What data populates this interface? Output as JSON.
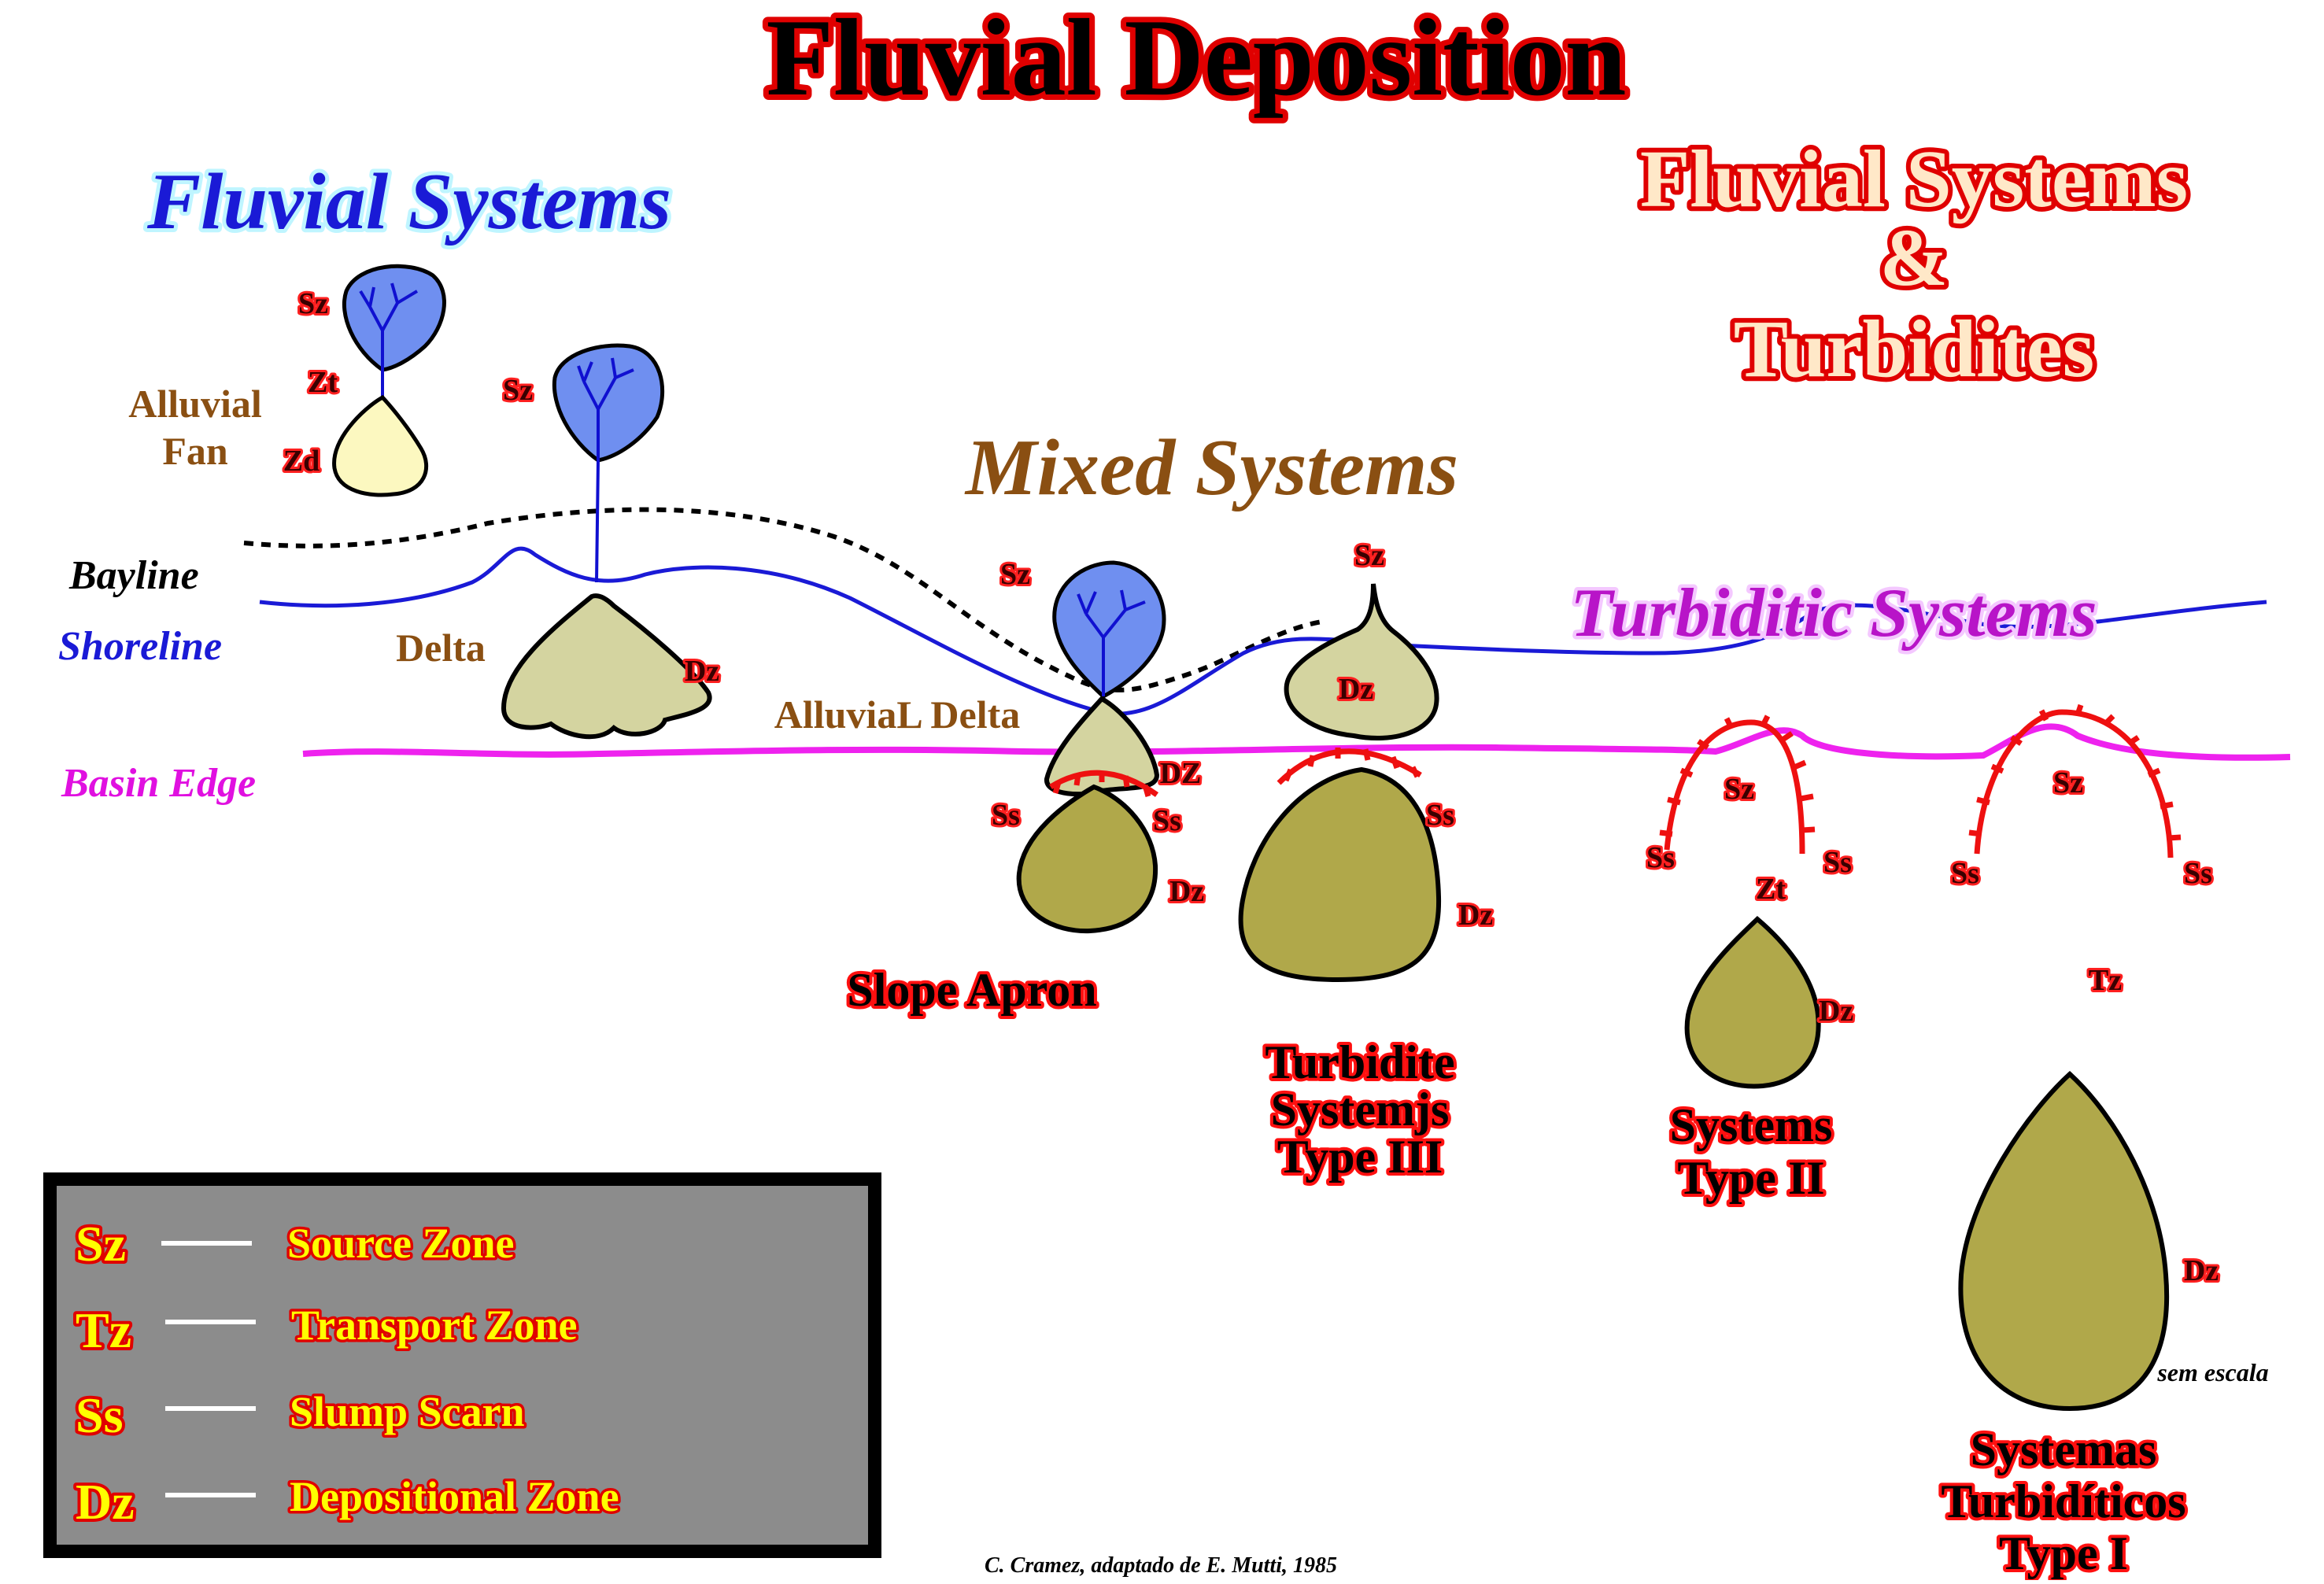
{
  "title": "Fluvial Deposition",
  "headings": {
    "fluvial_systems": "Fluvial Systems",
    "mixed_systems": "Mixed Systems",
    "fluvial_turbidites_1": "Fluvial Systems",
    "fluvial_turbidites_2": "&",
    "fluvial_turbidites_3": "Turbidites",
    "turbiditic_systems": "Turbiditic Systems"
  },
  "lines": {
    "bayline": "Bayline",
    "shoreline": "Shoreline",
    "basin_edge": "Basin Edge"
  },
  "features": {
    "alluvial_fan_1": "Alluvial",
    "alluvial_fan_2": "Fan",
    "delta": "Delta",
    "alluvial_delta": "AlluviaL Delta"
  },
  "zones": {
    "fan_sz": "Sz",
    "fan_zt": "Zt",
    "fan_zd": "Zd",
    "delta_sz": "Sz",
    "delta_dz": "Dz",
    "apron_sz": "Sz",
    "apron_dz_upper": "DZ",
    "apron_ss_left": "Ss",
    "apron_ss_right": "Ss",
    "apron_dz": "Dz",
    "t3_sz": "Sz",
    "t3_dz_upper": "Dz",
    "t3_ss": "Ss",
    "t3_dz": "Dz",
    "t2_sz": "Sz",
    "t2_ss_left": "Ss",
    "t2_ss_right": "Ss",
    "t2_zt": "Zt",
    "t2_dz": "Dz",
    "t1_sz": "Sz",
    "t1_ss_left": "Ss",
    "t1_ss_right": "Ss",
    "t1_tz": "Tz",
    "t1_dz": "Dz"
  },
  "systems": {
    "slope_apron": "Slope Apron",
    "type3_1": "Turbidite",
    "type3_2": "Systemjs",
    "type3_3": "Type III",
    "type2_1": "Systems",
    "type2_2": "Type II",
    "type1_1": "Systemas",
    "type1_2": "Turbidíticos",
    "type1_3": "Type I"
  },
  "legend": {
    "items": [
      {
        "abbr": "Sz",
        "text": "Source Zone"
      },
      {
        "abbr": "Tz",
        "text": "Transport Zone"
      },
      {
        "abbr": "Ss",
        "text": "Slump Scarn"
      },
      {
        "abbr": "Dz",
        "text": "Depositional Zone"
      }
    ]
  },
  "credit": "C. Cramez, adaptado de E. Mutti, 1985",
  "scale_note": "sem escala",
  "colors": {
    "shoreline": "#1a1ad6",
    "basin_edge": "#ee22ee",
    "bayline": "#000000",
    "source_zone": "#6f8ff0",
    "depositional_zone": "#b0a84a",
    "slump_scarp": "#ee1010",
    "legend_background": "#8c8c8c"
  }
}
